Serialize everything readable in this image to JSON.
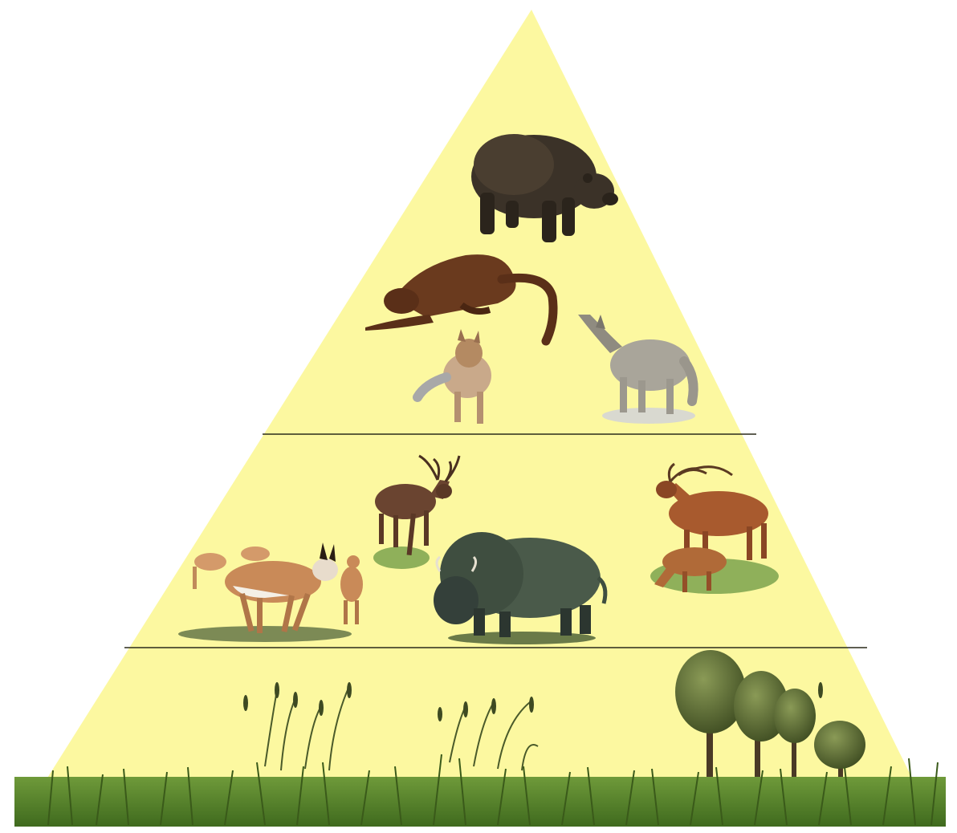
{
  "diagram": {
    "type": "ecological-pyramid",
    "fill_color": "#fcf8a0",
    "divider_color": "#2a2a1a",
    "tiers": [
      {
        "level": "top",
        "organisms": [
          {
            "name": "bear",
            "icon": "bear-icon"
          },
          {
            "name": "cougar",
            "icon": "cougar-icon"
          },
          {
            "name": "coyote",
            "icon": "coyote-icon"
          },
          {
            "name": "wolf",
            "icon": "wolf-icon"
          }
        ]
      },
      {
        "level": "middle",
        "organisms": [
          {
            "name": "pronghorn",
            "icon": "pronghorn-icon"
          },
          {
            "name": "deer",
            "icon": "deer-icon"
          },
          {
            "name": "bison",
            "icon": "bison-icon"
          },
          {
            "name": "elk",
            "icon": "elk-icon"
          }
        ]
      },
      {
        "level": "bottom",
        "organisms": [
          {
            "name": "grass",
            "icon": "grass-icon"
          },
          {
            "name": "trees",
            "icon": "tree-icon"
          }
        ]
      }
    ]
  }
}
